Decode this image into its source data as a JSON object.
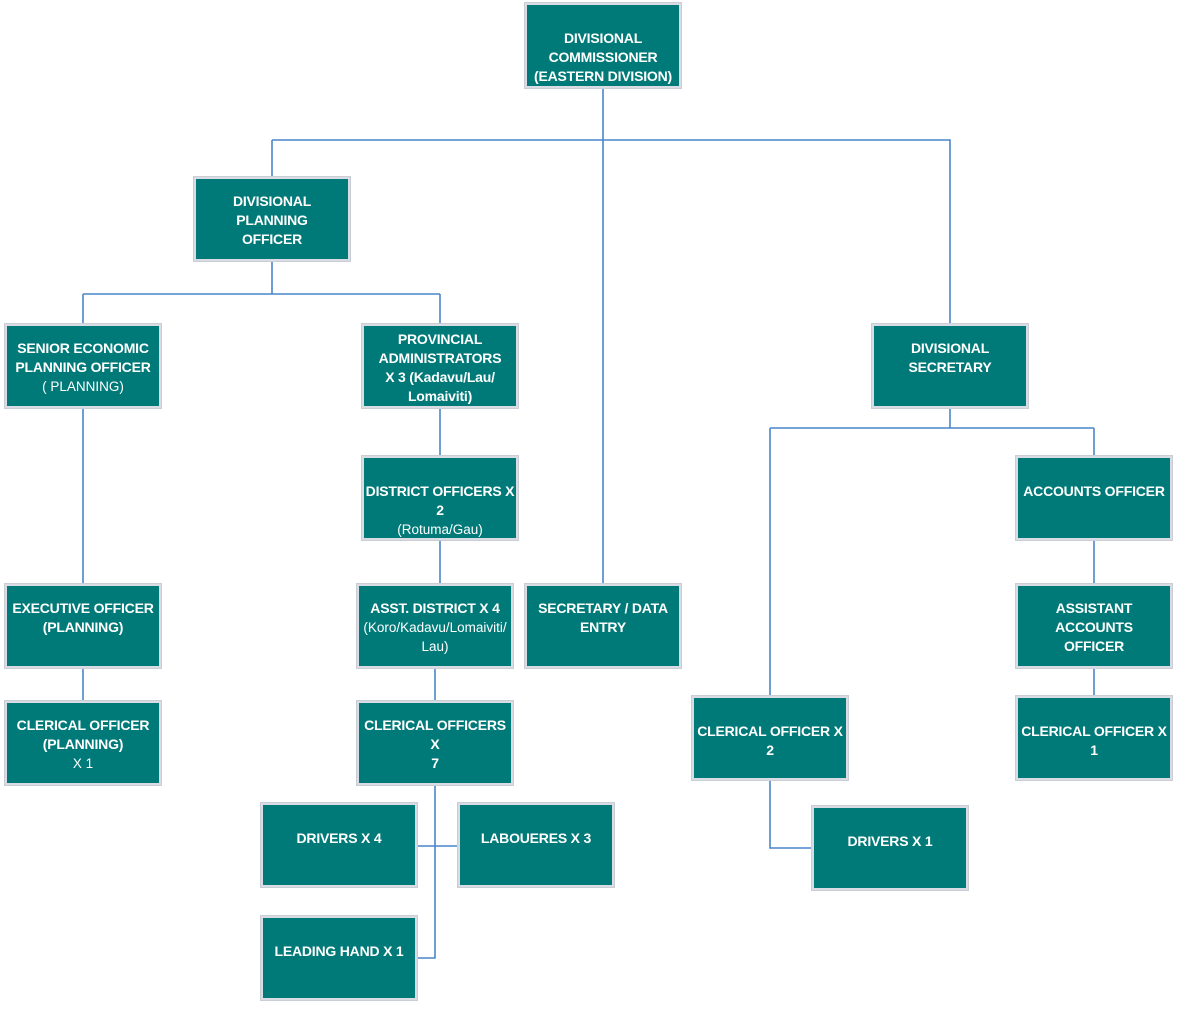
{
  "nodes": {
    "commissioner": {
      "bold": [
        "DIVISIONAL",
        "COMMISSIONER",
        "(EASTERN DIVISION)"
      ]
    },
    "planning_officer": {
      "bold": [
        "DIVISIONAL PLANNING",
        "OFFICER"
      ]
    },
    "senior_economic": {
      "bold": [
        "SENIOR ECONOMIC",
        "PLANNING OFFICER"
      ],
      "normal": [
        "( PLANNING)"
      ]
    },
    "provincial_admins": {
      "bold": [
        "PROVINCIAL",
        "ADMINISTRATORS",
        "X 3 (Kadavu/Lau/",
        "Lomaiviti)"
      ]
    },
    "divisional_secretary": {
      "bold": [
        "DIVISIONAL",
        "SECRETARY"
      ]
    },
    "district_officers": {
      "bold": [
        "DISTRICT OFFICERS X 2"
      ],
      "normal": [
        "(Rotuma/Gau)"
      ]
    },
    "accounts_officer": {
      "bold": [
        "ACCOUNTS OFFICER"
      ]
    },
    "executive_officer": {
      "bold": [
        "EXECUTIVE OFFICER",
        "(PLANNING)"
      ]
    },
    "asst_district": {
      "bold": [
        "ASST. DISTRICT X 4"
      ],
      "normal": [
        "(Koro/Kadavu/Lomaiviti/",
        "Lau)"
      ]
    },
    "secretary_data_entry": {
      "bold": [
        "SECRETARY / DATA",
        "ENTRY"
      ]
    },
    "assistant_accounts": {
      "bold": [
        "ASSISTANT ACCOUNTS",
        "OFFICER"
      ]
    },
    "clerical_planning": {
      "bold": [
        "CLERICAL  OFFICER",
        "(PLANNING)"
      ],
      "normal": [
        "X 1"
      ]
    },
    "clerical_officers_7": {
      "bold": [
        "CLERICAL OFFICERS X",
        "7"
      ]
    },
    "clerical_officer_2": {
      "bold": [
        "CLERICAL OFFICER X 2"
      ]
    },
    "clerical_officer_1": {
      "bold": [
        "CLERICAL OFFICER X 1"
      ]
    },
    "drivers_4": {
      "bold": [
        "DRIVERS X 4"
      ]
    },
    "laboueres_3": {
      "bold": [
        "LABOUERES X 3"
      ]
    },
    "drivers_1": {
      "bold": [
        "DRIVERS X 1"
      ]
    },
    "leading_hand": {
      "bold": [
        "LEADING HAND  X 1"
      ]
    }
  },
  "colors": {
    "box_fill": "#007a78",
    "connector": "#4a86c8",
    "box_border": "#d9dde3"
  }
}
